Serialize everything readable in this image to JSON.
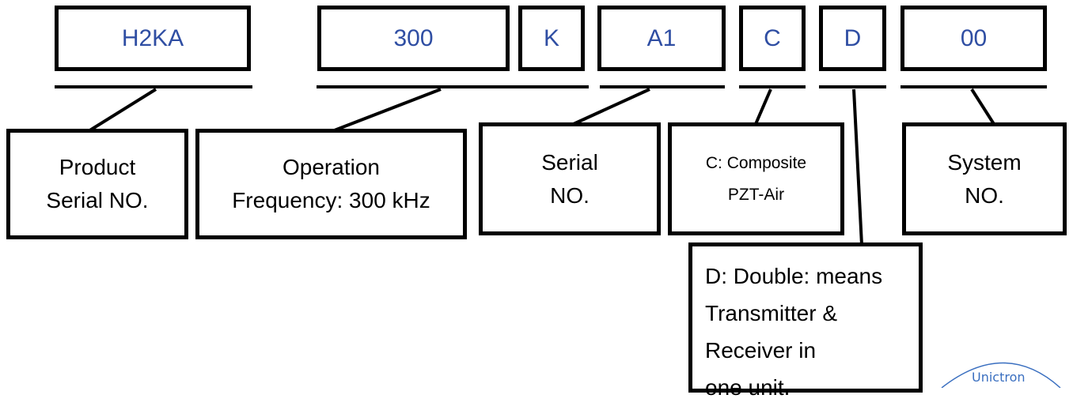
{
  "code_segments": [
    "H2KA",
    "300",
    "K",
    "A1",
    "C",
    "D",
    "00"
  ],
  "descriptions": {
    "product_serial": [
      "Product",
      "Serial NO."
    ],
    "operation_frequency": [
      "Operation",
      "Frequency: 300 kHz"
    ],
    "serial": [
      "Serial",
      "NO."
    ],
    "composite": [
      "C: Composite",
      "PZT-Air"
    ],
    "system": [
      "System",
      "NO."
    ],
    "double": [
      "D: Double: means",
      "Transmitter & Receiver in",
      "one unit."
    ]
  },
  "watermark": "Unictron",
  "colors": {
    "code_text": "#2f4ea3",
    "border": "#000000",
    "watermark": "#3a6fc0"
  }
}
